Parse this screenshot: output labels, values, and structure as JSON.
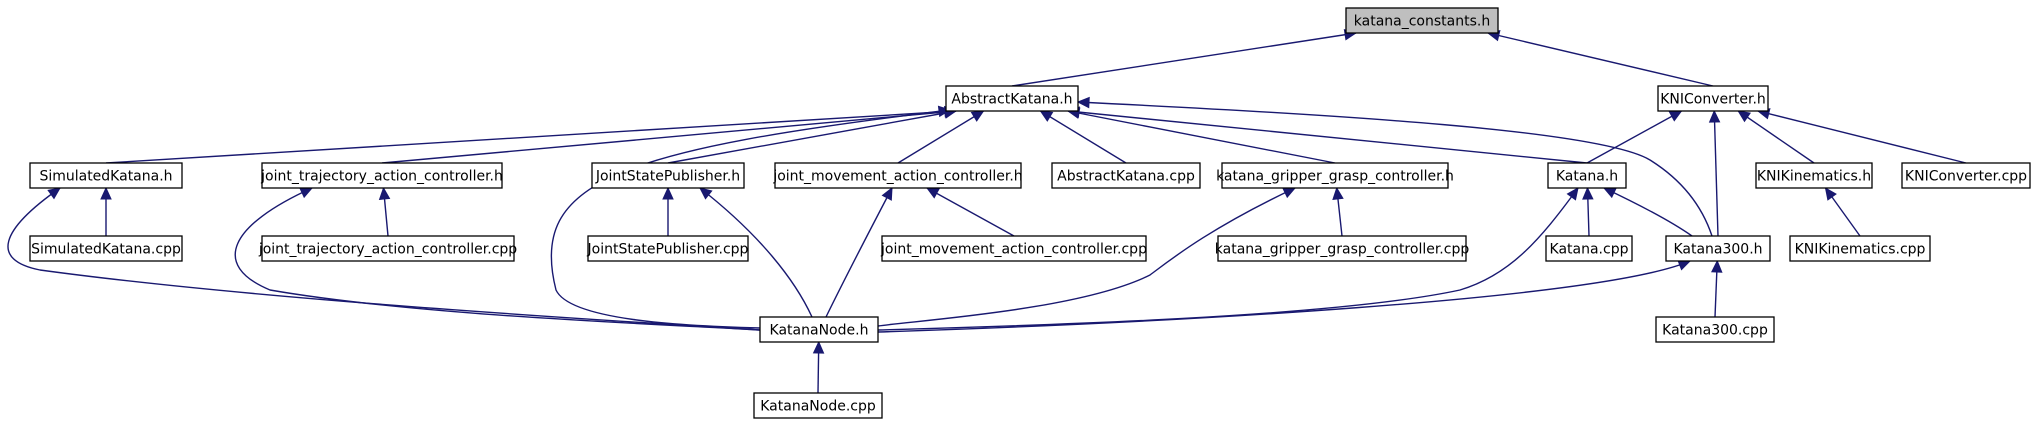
{
  "graph": {
    "nodes": [
      {
        "id": "katana_constants",
        "label": "katana_constants.h",
        "root": true
      },
      {
        "id": "abstract_katana_h",
        "label": "AbstractKatana.h"
      },
      {
        "id": "kni_converter_h",
        "label": "KNIConverter.h"
      },
      {
        "id": "simulated_katana_h",
        "label": "SimulatedKatana.h"
      },
      {
        "id": "jtac_h",
        "label": "joint_trajectory_action_controller.h"
      },
      {
        "id": "jsp_h",
        "label": "JointStatePublisher.h"
      },
      {
        "id": "jmac_h",
        "label": "joint_movement_action_controller.h"
      },
      {
        "id": "abstract_katana_cpp",
        "label": "AbstractKatana.cpp"
      },
      {
        "id": "kggc_h",
        "label": "katana_gripper_grasp_controller.h"
      },
      {
        "id": "katana_h",
        "label": "Katana.h"
      },
      {
        "id": "kni_kinematics_h",
        "label": "KNIKinematics.h"
      },
      {
        "id": "kni_converter_cpp",
        "label": "KNIConverter.cpp"
      },
      {
        "id": "simulated_katana_cpp",
        "label": "SimulatedKatana.cpp"
      },
      {
        "id": "jtac_cpp",
        "label": "joint_trajectory_action_controller.cpp"
      },
      {
        "id": "jsp_cpp",
        "label": "JointStatePublisher.cpp"
      },
      {
        "id": "jmac_cpp",
        "label": "joint_movement_action_controller.cpp"
      },
      {
        "id": "kggc_cpp",
        "label": "katana_gripper_grasp_controller.cpp"
      },
      {
        "id": "katana_cpp",
        "label": "Katana.cpp"
      },
      {
        "id": "katana300_h",
        "label": "Katana300.h"
      },
      {
        "id": "kni_kinematics_cpp",
        "label": "KNIKinematics.cpp"
      },
      {
        "id": "katana_node_h",
        "label": "KatanaNode.h"
      },
      {
        "id": "katana300_cpp",
        "label": "Katana300.cpp"
      },
      {
        "id": "katana_node_cpp",
        "label": "KatanaNode.cpp"
      }
    ],
    "edges": [
      {
        "from": "katana_constants",
        "to": "abstract_katana_h"
      },
      {
        "from": "katana_constants",
        "to": "kni_converter_h"
      },
      {
        "from": "abstract_katana_h",
        "to": "simulated_katana_h"
      },
      {
        "from": "abstract_katana_h",
        "to": "jtac_h"
      },
      {
        "from": "abstract_katana_h",
        "to": "katana_node_h"
      },
      {
        "from": "abstract_katana_h",
        "to": "jsp_h"
      },
      {
        "from": "abstract_katana_h",
        "to": "jmac_h"
      },
      {
        "from": "abstract_katana_h",
        "to": "abstract_katana_cpp"
      },
      {
        "from": "abstract_katana_h",
        "to": "kggc_h"
      },
      {
        "from": "abstract_katana_h",
        "to": "katana_h"
      },
      {
        "from": "abstract_katana_h",
        "to": "katana300_h"
      },
      {
        "from": "kni_converter_h",
        "to": "katana_h"
      },
      {
        "from": "kni_converter_h",
        "to": "katana300_h"
      },
      {
        "from": "kni_converter_h",
        "to": "kni_kinematics_h"
      },
      {
        "from": "kni_converter_h",
        "to": "kni_converter_cpp"
      },
      {
        "from": "simulated_katana_h",
        "to": "simulated_katana_cpp"
      },
      {
        "from": "simulated_katana_h",
        "to": "katana_node_h"
      },
      {
        "from": "jtac_h",
        "to": "jtac_cpp"
      },
      {
        "from": "jtac_h",
        "to": "katana_node_h"
      },
      {
        "from": "jsp_h",
        "to": "jsp_cpp"
      },
      {
        "from": "jsp_h",
        "to": "katana_node_h"
      },
      {
        "from": "jmac_h",
        "to": "katana_node_h"
      },
      {
        "from": "jmac_h",
        "to": "jmac_cpp"
      },
      {
        "from": "kggc_h",
        "to": "katana_node_h"
      },
      {
        "from": "kggc_h",
        "to": "kggc_cpp"
      },
      {
        "from": "katana_h",
        "to": "katana_node_h"
      },
      {
        "from": "katana_h",
        "to": "katana_cpp"
      },
      {
        "from": "katana_h",
        "to": "katana300_h"
      },
      {
        "from": "katana300_h",
        "to": "katana_node_h"
      },
      {
        "from": "katana300_h",
        "to": "katana300_cpp"
      },
      {
        "from": "kni_kinematics_h",
        "to": "kni_kinematics_cpp"
      },
      {
        "from": "katana_node_h",
        "to": "katana_node_cpp"
      }
    ]
  },
  "colors": {
    "edge": "#191970",
    "root_fill": "#bfbfbf",
    "node_fill": "#ffffff",
    "node_border": "#000000"
  }
}
